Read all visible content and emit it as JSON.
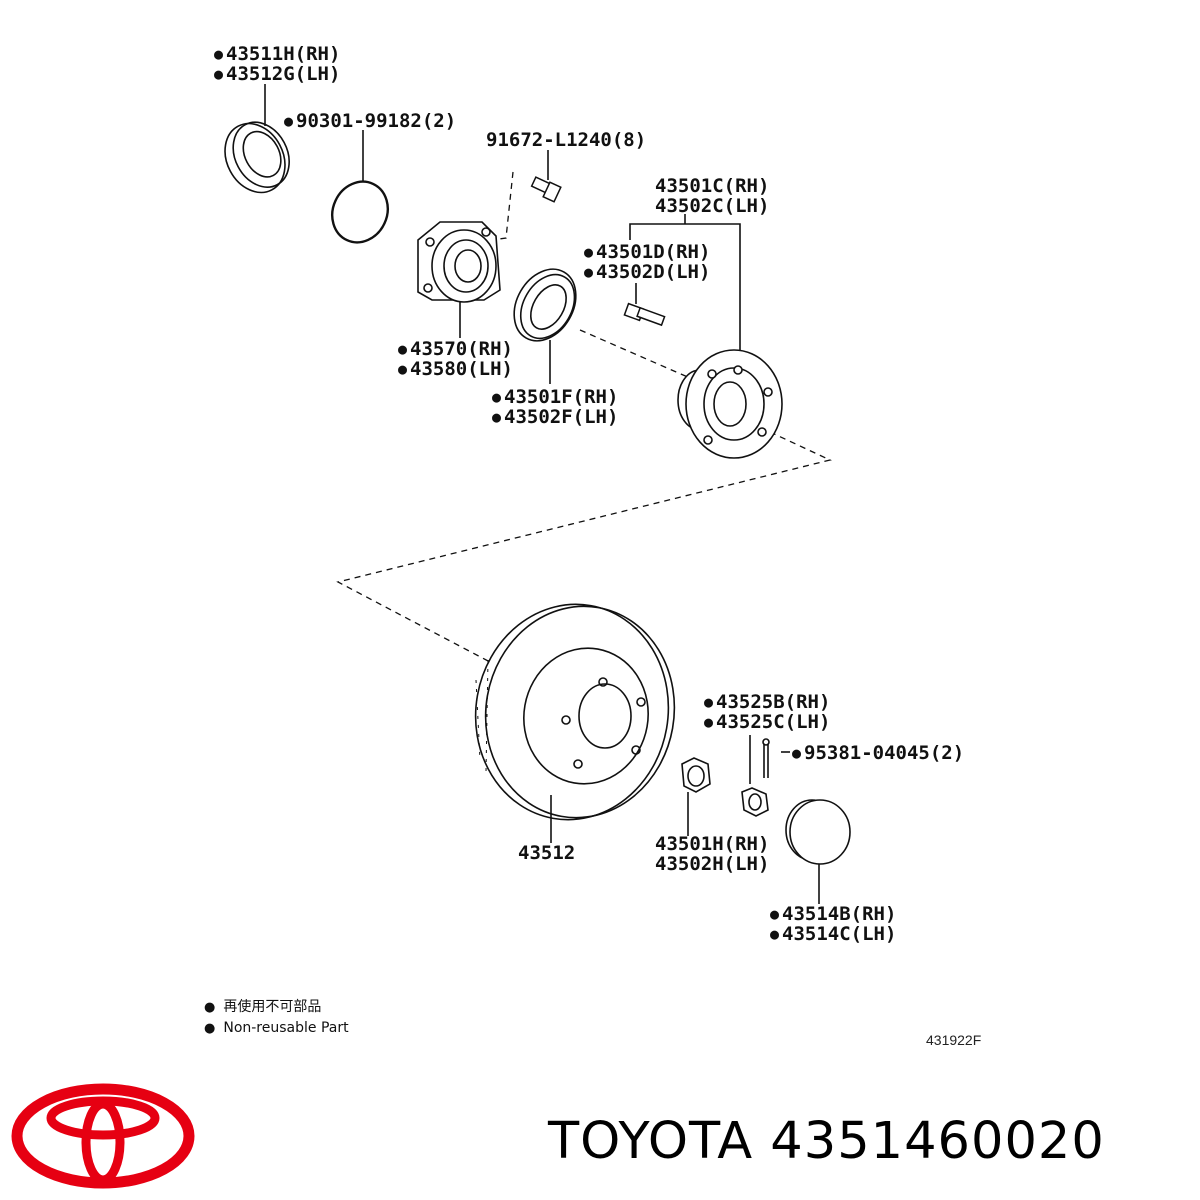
{
  "parts": {
    "seal_upper": [
      "43511H(RH)",
      "43512G(LH)"
    ],
    "o_ring": "90301-99182(2)",
    "bolt": "91672-L1240(8)",
    "hub_assy": [
      "43501C(RH)",
      "43502C(LH)"
    ],
    "hub_bolt": [
      "43501D(RH)",
      "43502D(LH)"
    ],
    "bearing": [
      "43570(RH)",
      "43580(LH)"
    ],
    "seal_lower": [
      "43501F(RH)",
      "43502F(LH)"
    ],
    "disc": "43512",
    "lock_cap": [
      "43525B(RH)",
      "43525C(LH)"
    ],
    "cotter_pin": "95381-04045(2)",
    "hub_nut": [
      "43501H(RH)",
      "43502H(LH)"
    ],
    "grease_cap": [
      "43514B(RH)",
      "43514C(LH)"
    ]
  },
  "legend": {
    "jp": "再使用不可部品",
    "en": "Non-reusable Part"
  },
  "figure_code": "431922F",
  "brand": {
    "name": "TOYOTA",
    "part_number": "4351460020",
    "title": "TOYOTA 4351460020",
    "logo_color": "#e60012",
    "logo_icon": "toyota-logo-icon"
  }
}
